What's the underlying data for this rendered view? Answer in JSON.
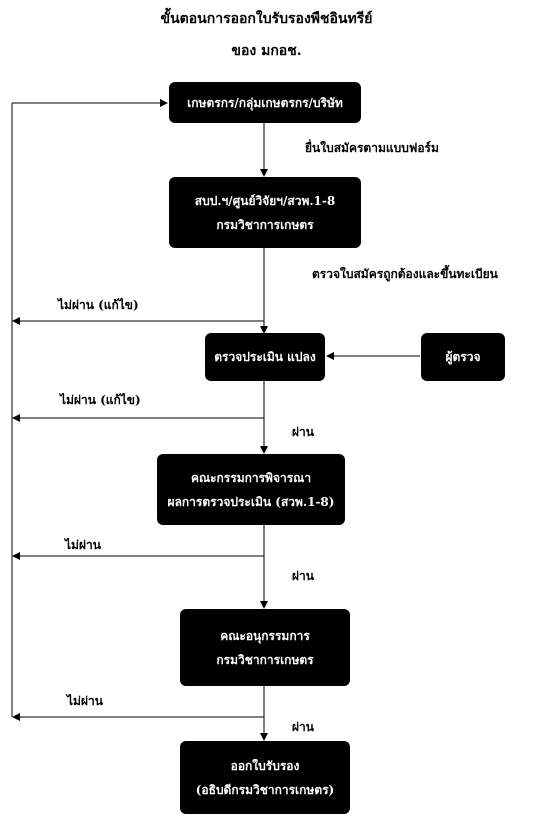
{
  "title": {
    "line1": "ขั้นตอนการออกใบรับรองพืชอินทรีย์",
    "line2": "ของ มกอช."
  },
  "boxes": {
    "applicant": "เกษตรกร/กลุ่มเกษตรกร/บริษัท",
    "office_line1": "สบป.ฯ/ศูนย์วิจัยฯ/สวพ.1-8",
    "office_line2": "กรมวิชาการเกษตร",
    "inspect": "ตรวจประเมิน แปลง",
    "inspector": "ผู้ตรวจ",
    "committee_line1": "คณะกรรมการพิจารณา",
    "committee_line2": "ผลการตรวจประเมิน (สวพ.1-8)",
    "subcommittee_line1": "คณะอนุกรรมการ",
    "subcommittee_line2": "กรมวิชาการเกษตร",
    "certificate_line1": "ออกใบรับรอง",
    "certificate_line2": "(อธิบดีกรมวิชาการเกษตร)"
  },
  "labels": {
    "submit_form": "ยื่นใบสมัครตามแบบฟอร์ม",
    "check_register": "ตรวจใบสมัครถูกต้องและขึ้นทะเบียน",
    "fail_fix_1": "ไม่ผ่าน (แก้ไข)",
    "fail_fix_2": "ไม่ผ่าน (แก้ไข)",
    "fail_3": "ไม่ผ่าน",
    "fail_4": "ไม่ผ่าน",
    "pass_1": "ผ่าน",
    "pass_2": "ผ่าน",
    "pass_3": "ผ่าน"
  }
}
